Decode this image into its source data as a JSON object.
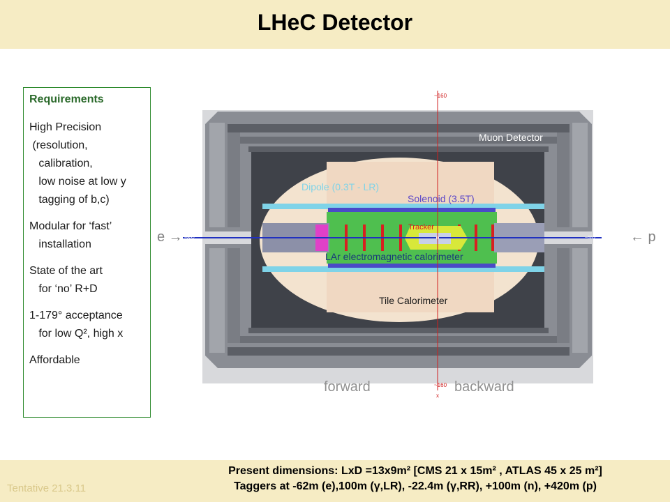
{
  "title": "LHeC Detector",
  "requirements": {
    "heading": "Requirements",
    "items": [
      "High Precision\n (resolution,\n   calibration,\n   low noise at low y\n   tagging of b,c)",
      "Modular for ‘fast’\n   installation",
      "State of the art\n   for ‘no’ R+D",
      "1-179° acceptance\n   for low Q², high x",
      "Affordable"
    ]
  },
  "diagram": {
    "muon_detector": "Muon Detector",
    "dipole": "Dipole (0.3T - LR)",
    "solenoid": "Solenoid (3.5T)",
    "tracker": "Tracker",
    "lar_calorimeter": "LAr electromagnetic calorimeter",
    "tile_calorimeter": "Tile Calorimeter",
    "beam_left": "e →",
    "beam_right": "← p",
    "forward": "forward",
    "backward": "backward",
    "axis_top": "~160",
    "axis_bottom": "~160",
    "axis_left": "~837",
    "axis_right": "~552",
    "axis_x": "x"
  },
  "footer": {
    "line1": "Present dimensions: LxD =13x9m²  [CMS 21 x 15m² , ATLAS 45 x 25 m²]",
    "line2": "Taggers at -62m (e),100m (γ,LR), -22.4m (γ,RR), +100m (n), +420m (p)",
    "tentative": "Tentative 21.3.11"
  },
  "colors": {
    "title_band": "#f6ecc4",
    "frame_dark": "#5c5f66",
    "frame_light": "#a2a5ab",
    "hadron_cal": "#f3d9c0",
    "em_cal": "#4fbf4f",
    "solenoid": "#4a4ac8",
    "dipole": "#7fd3e8",
    "tracker": "#d8e83a",
    "beamline": "#2030c0",
    "axis": "#d02020"
  }
}
